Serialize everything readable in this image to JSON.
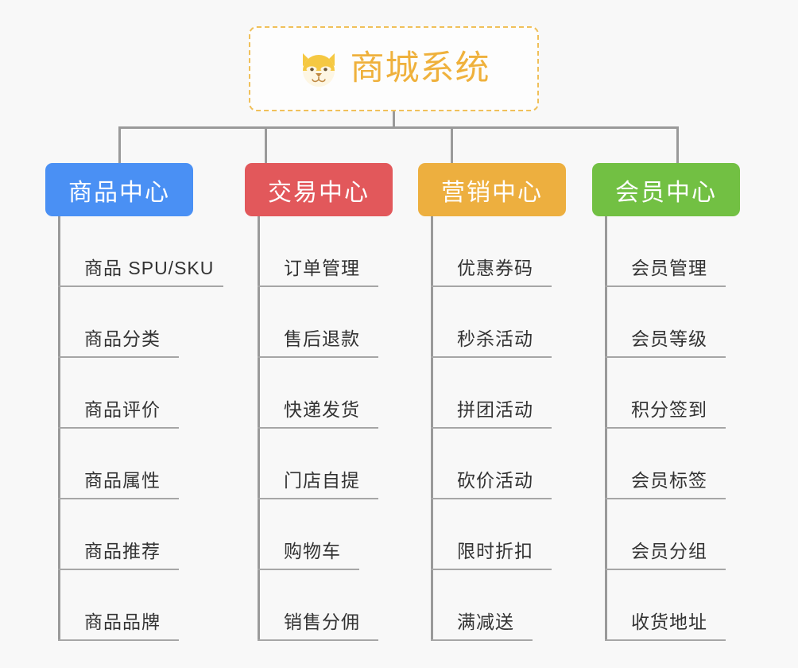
{
  "background_color": "#f8f8f8",
  "root": {
    "icon": "shiba-dog-face-emoji",
    "title": "商城系统",
    "text_color": "#efb13c",
    "border_color": "#f0c05a"
  },
  "connector_color": "#9a9a9a",
  "rule_color": "#a6a6a6",
  "columns": [
    {
      "title": "商品中心",
      "color": "#4a90f4",
      "leaves": [
        {
          "label": "商品 SPU/SKU",
          "rule_width": 208
        },
        {
          "label": "商品分类",
          "rule_width": 152
        },
        {
          "label": "商品评价",
          "rule_width": 152
        },
        {
          "label": "商品属性",
          "rule_width": 152
        },
        {
          "label": "商品推荐",
          "rule_width": 152
        },
        {
          "label": "商品品牌",
          "rule_width": 152
        }
      ]
    },
    {
      "title": "交易中心",
      "color": "#e2585b",
      "leaves": [
        {
          "label": "订单管理",
          "rule_width": 152
        },
        {
          "label": "售后退款",
          "rule_width": 152
        },
        {
          "label": "快递发货",
          "rule_width": 152
        },
        {
          "label": "门店自提",
          "rule_width": 152
        },
        {
          "label": "购物车",
          "rule_width": 128
        },
        {
          "label": "销售分佣",
          "rule_width": 152
        }
      ]
    },
    {
      "title": "营销中心",
      "color": "#edaf3f",
      "leaves": [
        {
          "label": "优惠券码",
          "rule_width": 152
        },
        {
          "label": "秒杀活动",
          "rule_width": 152
        },
        {
          "label": "拼团活动",
          "rule_width": 152
        },
        {
          "label": "砍价活动",
          "rule_width": 152
        },
        {
          "label": "限时折扣",
          "rule_width": 152
        },
        {
          "label": "满减送",
          "rule_width": 128
        }
      ]
    },
    {
      "title": "会员中心",
      "color": "#72c043",
      "leaves": [
        {
          "label": "会员管理",
          "rule_width": 152
        },
        {
          "label": "会员等级",
          "rule_width": 152
        },
        {
          "label": "积分签到",
          "rule_width": 152
        },
        {
          "label": "会员标签",
          "rule_width": 152
        },
        {
          "label": "会员分组",
          "rule_width": 152
        },
        {
          "label": "收货地址",
          "rule_width": 152
        }
      ]
    }
  ]
}
